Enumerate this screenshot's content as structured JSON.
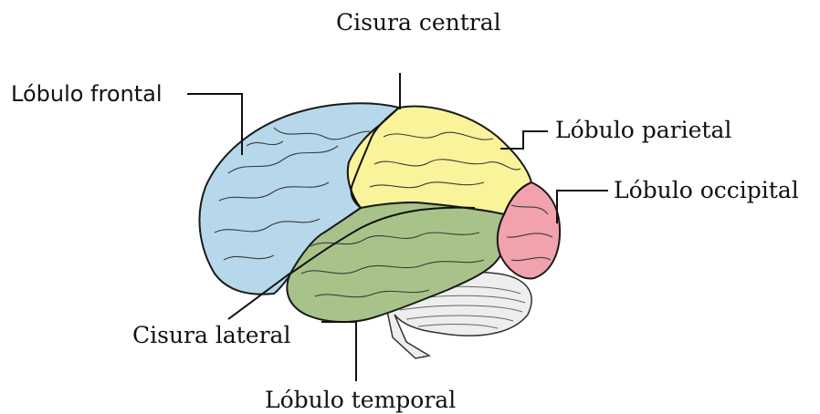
{
  "labels": {
    "central_sulcus": "Cisura central",
    "frontal_lobe": "Lóbulo frontal",
    "parietal_lobe": "Lóbulo parietal",
    "occipital_lobe": "Lóbulo occipital",
    "lateral_sulcus": "Cisura lateral",
    "temporal_lobe": "Lóbulo temporal"
  },
  "colors": {
    "frontal": "#b6d8ea",
    "parietal": "#f9f39a",
    "occipital": "#f2a2ad",
    "temporal": "#a8c38a",
    "cerebellum": "#eeeeee",
    "outline": "#1a1a1a",
    "leader_line": "#111111"
  }
}
